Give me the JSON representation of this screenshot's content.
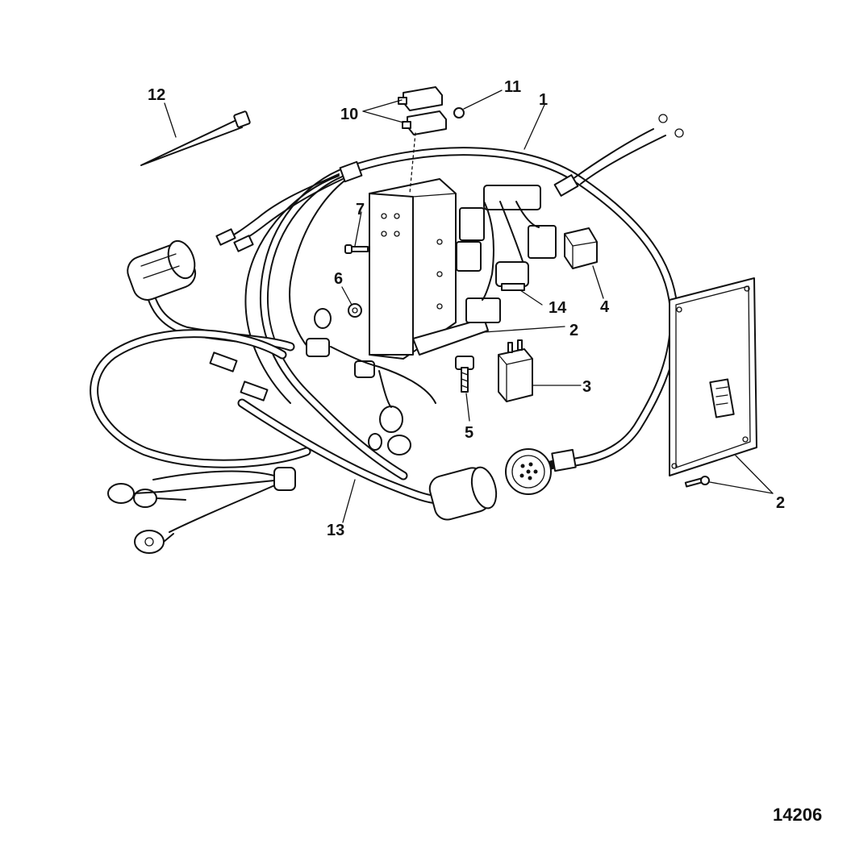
{
  "callouts": [
    {
      "id": "c1",
      "text": "1"
    },
    {
      "id": "c2a",
      "text": "2"
    },
    {
      "id": "c2b",
      "text": "2"
    },
    {
      "id": "c3",
      "text": "3"
    },
    {
      "id": "c4",
      "text": "4"
    },
    {
      "id": "c5",
      "text": "5"
    },
    {
      "id": "c6",
      "text": "6"
    },
    {
      "id": "c7",
      "text": "7"
    },
    {
      "id": "c10",
      "text": "10"
    },
    {
      "id": "c11",
      "text": "11"
    },
    {
      "id": "c12",
      "text": "12"
    },
    {
      "id": "c13",
      "text": "13"
    },
    {
      "id": "c14",
      "text": "14"
    }
  ],
  "figure_number": "14206"
}
